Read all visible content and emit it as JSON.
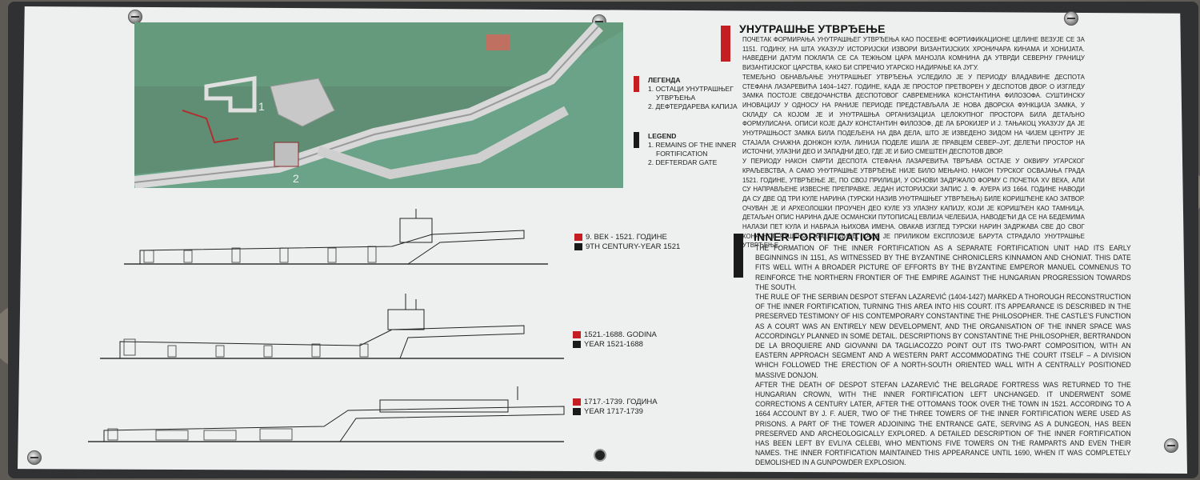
{
  "sign": {
    "title_sr": "УНУТРАШЊЕ УТВРЂЕЊЕ",
    "title_en": "INNER FORTIFICATION",
    "accent_red": "#c41e22",
    "accent_black": "#1a1a1a",
    "map": {
      "labels": [
        "1",
        "2"
      ]
    },
    "legend_sr": {
      "title": "ЛЕГЕНДА",
      "items": [
        "1. ОСТАЦИ УНУТРАШЊЕГ",
        "УТВРЂЕЊА",
        "2. ДЕФТЕРДАРЕВА КАПИЈА"
      ]
    },
    "legend_en": {
      "title": "LEGEND",
      "items": [
        "1. REMAINS OF THE INNER",
        "FORTIFICATION",
        "2. DEFTERDAR GATE"
      ]
    },
    "periods": [
      {
        "sr": "9. ВЕК - 1521. ГОДИНЕ",
        "en": "9TH CENTURY-YEAR 1521"
      },
      {
        "sr": "1521.-1688. GODINA",
        "en": "YEAR 1521-1688"
      },
      {
        "sr": "1717.-1739. ГОДИНА",
        "en": "YEAR 1717-1739"
      }
    ],
    "text_sr": [
      "Почетак формирања унутрашњег утврђења као посебне фортификационе целине везује се за 1151. годину, на шта указују историјски извори византијских хроничара Кинама и Хонијата. Наведени датум поклапа се са тежњом цара Манојла Комнина да утврди северну границу Византијског царства, како би спречио угарско надирање ка југу.",
      "Темељно обнављање унутрашњег утврђења уследило је у периоду владавине деспота Стефана Лазаревића 1404–1427. године, када је простор претворен у деспотов двор. О изгледу замка постоје сведочанства деспотовог савременика Константина Филозофа. Суштинску иновацију у односу на раније периоде представљала је нова дворска функција замка, у складу са којом је и унутрашња организација целокупног простора била детаљно формулисана. Описи које дају Константин Филозоф, де ла Брокијер и Ј. Тањакоц указују да је унутрашњост замка била подељена на два дела, што је изведено зидом на чијем центру је стајала снажна донжон кула. Линија поделе ишла је правцем север–југ, делећи простор на источни, улазни део и западни део, где је и био смештен деспотов двор.",
      "У периоду након смрти деспота Стефана Лазаревића тврђава остаје у оквиру угарског краљевства, а само унутрашње утврђење није било мењано. Након турског освајања града 1521. године, утврђење је, по свој прилици, у основи задржало форму с почетка XV века, али су направљене извесне преправке. Један историјски запис Ј. Ф. Ауера из 1664. године наводи да су две од три куле Нарина (турски назив унутрашњег утврђења) биле коришћене као затвор. Очуван је и археолошки проучен део куле уз улазну капију, који је коришћен као тамница. Детаљан опис Нарина даје османски путописац Евлија Челебија, наводећи да се на бедемима налази пет кула и набраја њихова имена. Овакав изглед турски Нарин задржава све до свог коначног рушења 1690. године, када је приликом експлозије барута страдало унутрашње утврђење."
    ],
    "text_en": [
      "The formation of the inner fortification as a separate fortification unit had its early beginnings in 1151, as witnessed by the Byzantine chroniclers Kinnamon and Choniat. This date fits well with a broader picture of efforts by the Byzantine Emperor Manuel Comnenus to reinforce the northern frontier of the Empire against the Hungarian progression towards the south.",
      "The rule of the Serbian Despot Stefan Lazarević (1404-1427) marked a thorough reconstruction of the inner fortification, turning this area into his court. Its appearance is described in the preserved testimony of his contemporary Constantine the Philosopher. The castle's function as a court was an entirely new development, and the organisation of the inner space was accordingly planned in some detail. Descriptions by Constantine the Philosopher, Bertrandon de la Broquiere and Giovanni da Tagliacozzo point out its two-part composition, with an eastern approach segment and a western part accommodating the court itself – a division which followed the erection of a north-south oriented wall with a centrally positioned massive donjon.",
      "After the death of Despot Stefan Lazarević the Belgrade fortress was returned to the Hungarian crown, with the inner fortification left unchanged. It underwent some corrections a century later, after the Ottomans took over the town in 1521. According to a 1664 account by J. F. Auer, two of the three towers of the inner fortification were used as prisons. A part of the tower adjoining the entrance gate, serving as a dungeon, has been preserved and archeologically explored. A detailed description of the inner fortification has been left by Evliya Celebi, who mentions five towers on the ramparts and even their names. The inner fortification maintained this appearance until 1690, when it was completely demolished in a gunpowder explosion."
    ]
  }
}
